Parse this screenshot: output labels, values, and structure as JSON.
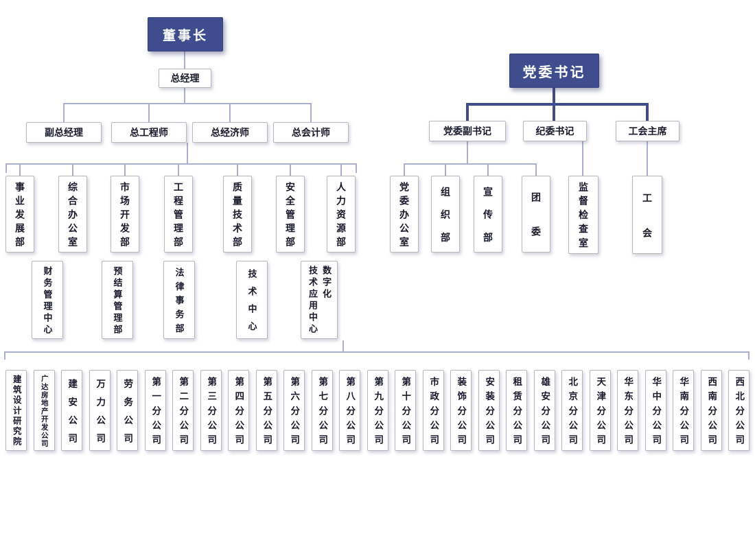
{
  "colors": {
    "accent": "#3f4d8f",
    "line": "#a9afcd",
    "thick_line": "#3f4d8f",
    "box_border": "#b6b6c0",
    "text": "#17172b"
  },
  "left_tree": {
    "root": "董事长",
    "general_manager": "总经理",
    "executives": [
      "副总经理",
      "总工程师",
      "总经济师",
      "总会计师"
    ],
    "departments": [
      "事业发展部",
      "综合办公室",
      "市场开发部",
      "工程管理部",
      "质量技术部",
      "安全管理部",
      "人力资源部"
    ],
    "centers": [
      "财务管理中心",
      "预结算管理部",
      "法律事务部",
      "技术中心",
      "技术应用中心数字化"
    ]
  },
  "right_tree": {
    "root": "党委书记",
    "leaders": [
      "党委副书记",
      "纪委书记",
      "工会主席"
    ],
    "party_offices": [
      "党委办公室",
      "组织部",
      "宣传部",
      "团委"
    ],
    "discipline_office": "监督检查室",
    "union_office": "工会"
  },
  "subsidiaries": [
    "建筑设计研究院",
    "广达房地产开发公司",
    "建安公司",
    "万力公司",
    "劳务公司",
    "第一分公司",
    "第二分公司",
    "第三分公司",
    "第四分公司",
    "第五分公司",
    "第六分公司",
    "第七分公司",
    "第八分公司",
    "第九分公司",
    "第十分公司",
    "市政分公司",
    "装饰分公司",
    "安装分公司",
    "租赁分公司",
    "雄安分公司",
    "北京分公司",
    "天津分公司",
    "华东分公司",
    "华中分公司",
    "华南分公司",
    "西南分公司",
    "西北分公司"
  ]
}
